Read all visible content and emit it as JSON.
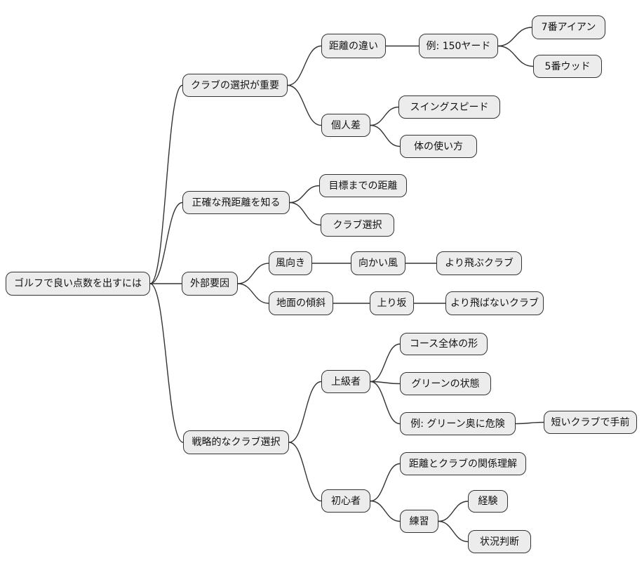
{
  "diagram_type": "mindmap",
  "colors": {
    "node_fill": "#ececec",
    "node_border": "#333333",
    "edge_color": "#333333",
    "background": "#ffffff"
  },
  "nodes": {
    "root": {
      "label": "ゴルフで良い点数を出すには"
    },
    "club_important": {
      "label": "クラブの選択が重要"
    },
    "distance_diff": {
      "label": "距離の違い"
    },
    "yard150": {
      "label": "例: 150ヤード"
    },
    "iron7": {
      "label": "7番アイアン"
    },
    "wood5": {
      "label": "5番ウッド"
    },
    "individual": {
      "label": "個人差"
    },
    "swing_speed": {
      "label": "スイングスピード"
    },
    "body_use": {
      "label": "体の使い方"
    },
    "accurate_distance": {
      "label": "正確な飛距離を知る"
    },
    "target_distance": {
      "label": "目標までの距離"
    },
    "club_select": {
      "label": "クラブ選択"
    },
    "external": {
      "label": "外部要因"
    },
    "wind": {
      "label": "風向き"
    },
    "headwind": {
      "label": "向かい風"
    },
    "fly_more": {
      "label": "より飛ぶクラブ"
    },
    "slope": {
      "label": "地面の傾斜"
    },
    "uphill": {
      "label": "上り坂"
    },
    "fly_less": {
      "label": "より飛ばないクラブ"
    },
    "strategic": {
      "label": "戦略的なクラブ選択"
    },
    "advanced": {
      "label": "上級者"
    },
    "course_shape": {
      "label": "コース全体の形"
    },
    "green_state": {
      "label": "グリーンの状態"
    },
    "green_danger": {
      "label": "例: グリーン奥に危険"
    },
    "short_club": {
      "label": "短いクラブで手前"
    },
    "beginner": {
      "label": "初心者"
    },
    "dist_club_rel": {
      "label": "距離とクラブの関係理解"
    },
    "practice": {
      "label": "練習"
    },
    "exp": {
      "label": "経験"
    },
    "judge": {
      "label": "状況判断"
    }
  },
  "edges": [
    [
      "root",
      "club_important"
    ],
    [
      "root",
      "accurate_distance"
    ],
    [
      "root",
      "external"
    ],
    [
      "root",
      "strategic"
    ],
    [
      "club_important",
      "distance_diff"
    ],
    [
      "club_important",
      "individual"
    ],
    [
      "distance_diff",
      "yard150"
    ],
    [
      "yard150",
      "iron7"
    ],
    [
      "yard150",
      "wood5"
    ],
    [
      "individual",
      "swing_speed"
    ],
    [
      "individual",
      "body_use"
    ],
    [
      "accurate_distance",
      "target_distance"
    ],
    [
      "accurate_distance",
      "club_select"
    ],
    [
      "external",
      "wind"
    ],
    [
      "external",
      "slope"
    ],
    [
      "wind",
      "headwind"
    ],
    [
      "headwind",
      "fly_more"
    ],
    [
      "slope",
      "uphill"
    ],
    [
      "uphill",
      "fly_less"
    ],
    [
      "strategic",
      "advanced"
    ],
    [
      "strategic",
      "beginner"
    ],
    [
      "advanced",
      "course_shape"
    ],
    [
      "advanced",
      "green_state"
    ],
    [
      "advanced",
      "green_danger"
    ],
    [
      "green_danger",
      "short_club"
    ],
    [
      "beginner",
      "dist_club_rel"
    ],
    [
      "beginner",
      "practice"
    ],
    [
      "practice",
      "exp"
    ],
    [
      "practice",
      "judge"
    ]
  ]
}
